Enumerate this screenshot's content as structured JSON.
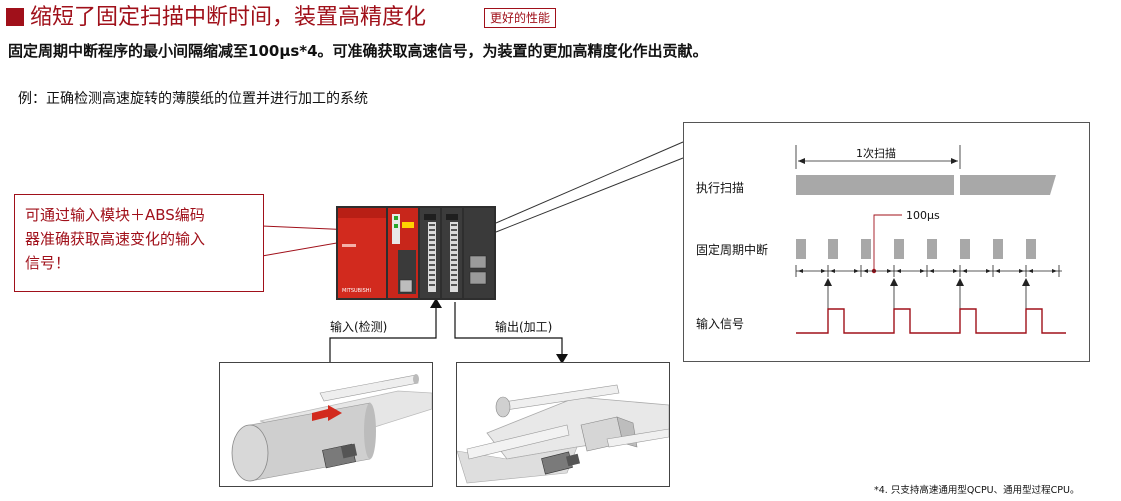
{
  "header": {
    "title": "缩短了固定扫描中断时间，装置高精度化",
    "badge": "更好的性能",
    "subtitle": "固定周期中断程序的最小间隔缩减至100μs*4。可准确获取高速信号，为装置的更加高精度化作出贡献。"
  },
  "example": {
    "caption": "例：正确检测高速旋转的薄膜纸的位置并进行加工的系统"
  },
  "callout": {
    "line1": "可通过输入模块＋ABS编码",
    "line2": "器准确获取高速变化的输入",
    "line3": "信号！"
  },
  "plc": {
    "brand": "MITSUBISHI"
  },
  "io": {
    "input_label": "输入(检测)",
    "output_label": "输出(加工)"
  },
  "timing": {
    "scan_label": "执行扫描",
    "interrupt_label": "固定周期中断",
    "input_label": "输入信号",
    "one_scan": "1次扫描",
    "interval": "100μs"
  },
  "footnote": "*4. 只支持高速通用型QCPU、通用型过程CPU。",
  "colors": {
    "accent": "#a0101a",
    "plc_red": "#d22a1e",
    "plc_dark": "#3a3a3a",
    "bar_gray": "#a8a8a8",
    "signal": "#a0101a"
  }
}
